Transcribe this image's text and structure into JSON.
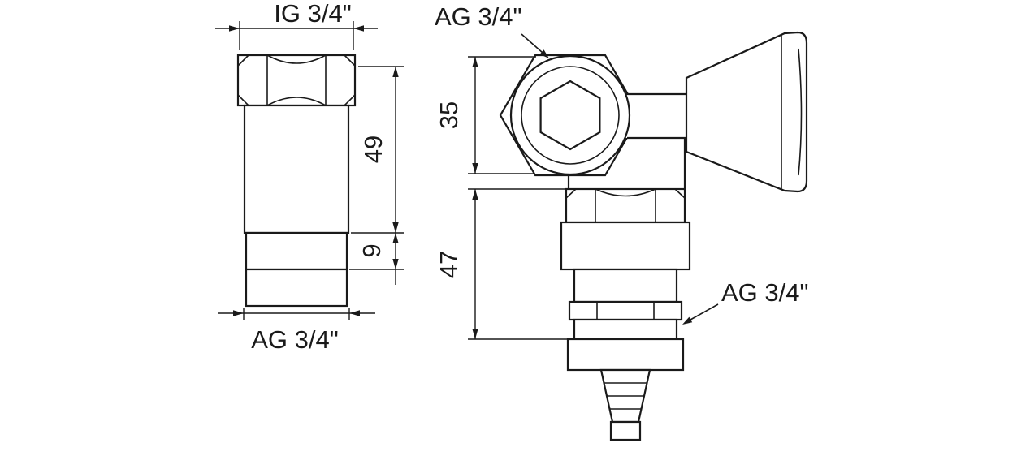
{
  "drawing": {
    "left_view": {
      "top_dim_label": "IG 3/4\"",
      "bottom_dim_label": "AG 3/4\"",
      "height_dim": "49",
      "thread_dim": "9"
    },
    "right_view": {
      "inlet_label": "AG 3/4\"",
      "outlet_label": "AG 3/4\"",
      "upper_dim": "35",
      "lower_dim": "47"
    },
    "colors": {
      "line": "#1a1a1a",
      "background": "#ffffff"
    }
  }
}
